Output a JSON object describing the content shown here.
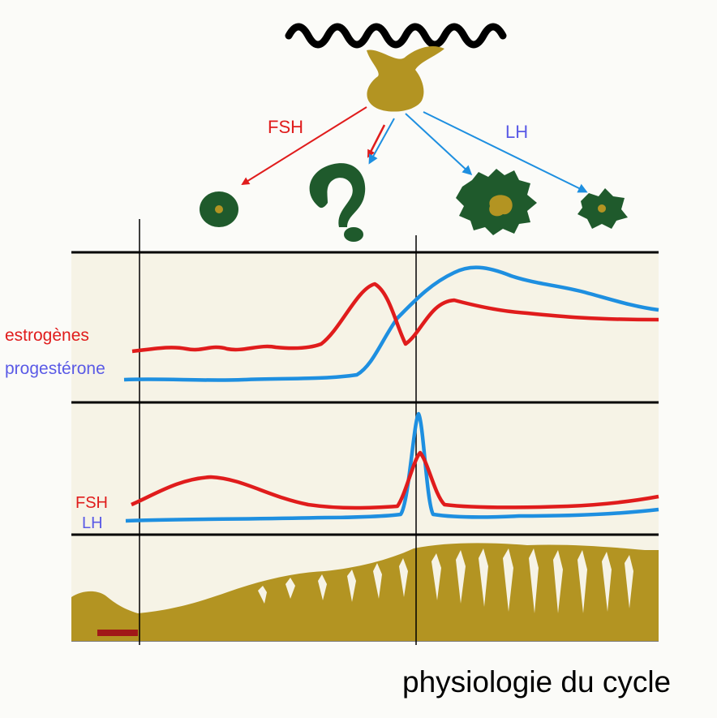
{
  "title": "physiologie du cycle",
  "labels": {
    "fsh_arrow": "FSH",
    "lh_arrow": "LH",
    "estrogen": "estrogènes",
    "progesterone": "progestérone",
    "fsh_curve": "FSH",
    "lh_curve": "LH"
  },
  "colors": {
    "red": "#e01c1c",
    "blue": "#1e8fe0",
    "blue_label": "#5a5ae6",
    "gold": "#b39422",
    "green": "#1f5a2c",
    "dark_red_bar": "#a01818"
  },
  "icons": [
    "hypothalamus-icon",
    "pituitary-gland-icon",
    "small-follicle-icon",
    "question-mark-icon",
    "large-corpus-luteum-icon",
    "small-corpus-luteum-icon"
  ]
}
